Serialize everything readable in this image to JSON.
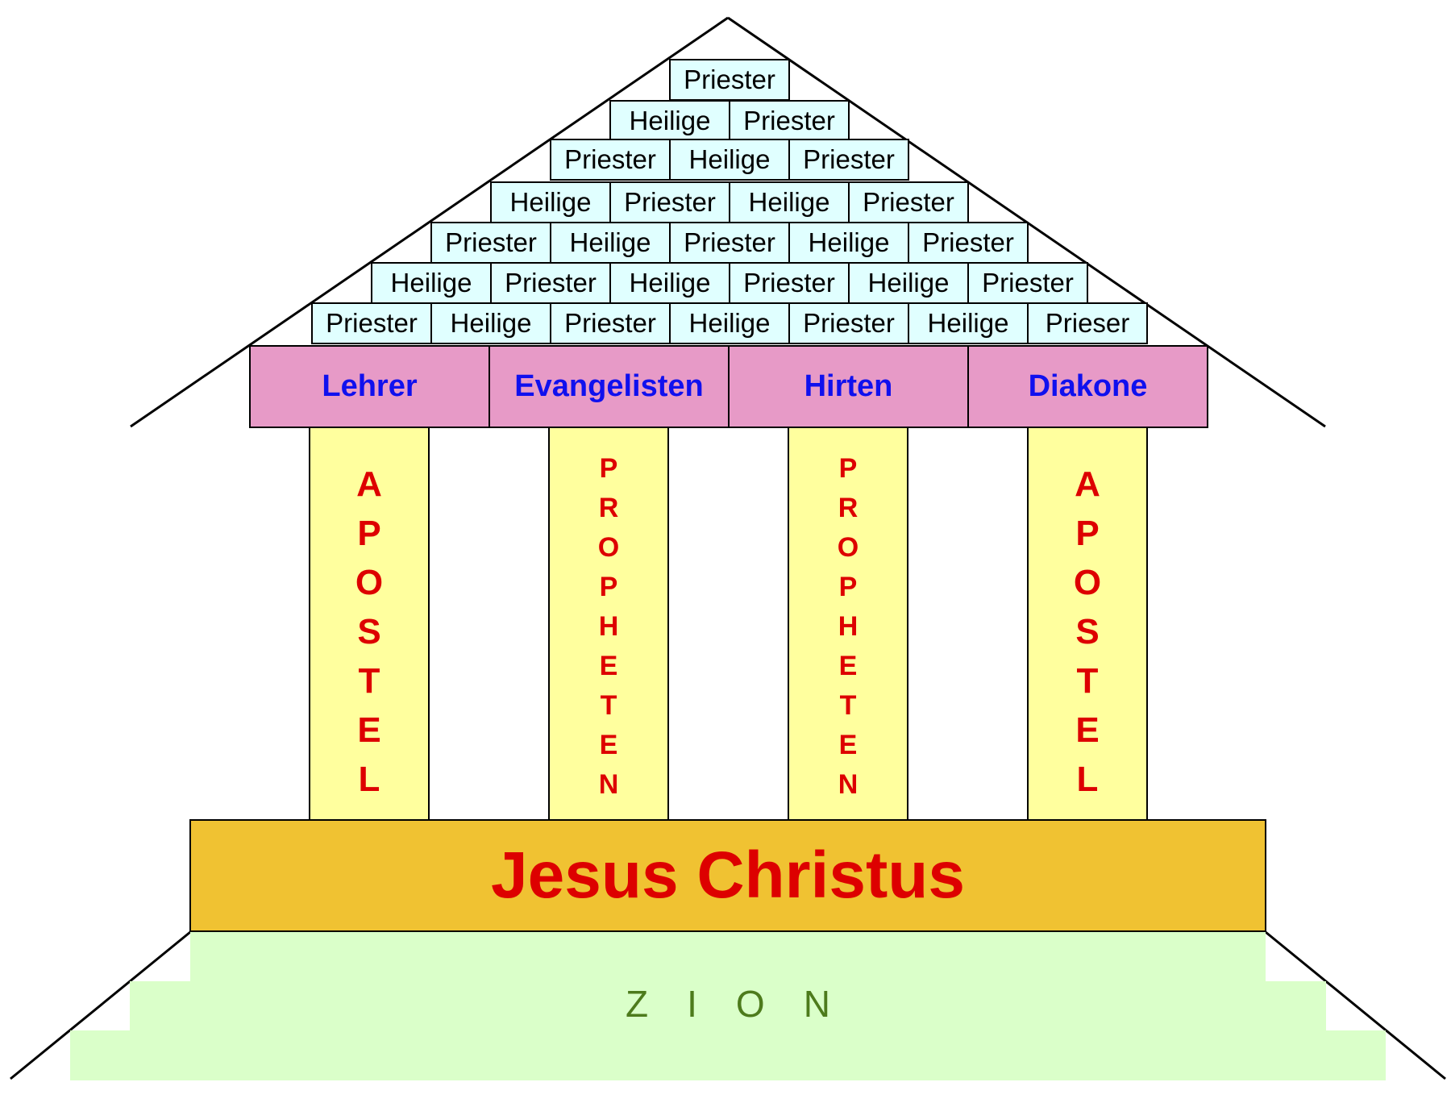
{
  "roof_rows": [
    [
      "Priester"
    ],
    [
      "Heilige",
      "Priester"
    ],
    [
      "Priester",
      "Heilige",
      "Priester"
    ],
    [
      "Heilige",
      "Priester",
      "Heilige",
      "Priester"
    ],
    [
      "Priester",
      "Heilige",
      "Priester",
      "Heilige",
      "Priester"
    ],
    [
      "Heilige",
      "Priester",
      "Heilige",
      "Priester",
      "Heilige",
      "Priester"
    ],
    [
      "Priester",
      "Heilige",
      "Priester",
      "Heilige",
      "Priester",
      "Heilige",
      "Prieser"
    ]
  ],
  "beams": [
    "Lehrer",
    "Evangelisten",
    "Hirten",
    "Diakone"
  ],
  "pillars": [
    "APOSTEL",
    "PROPHETEN",
    "PROPHETEN",
    "APOSTEL"
  ],
  "foundation": "Jesus Christus",
  "base": "ZION",
  "colors": {
    "roof_brick": "#e0ffff",
    "beam": "#e79ac7",
    "beam_text": "#1010ee",
    "pillar": "#ffff9e",
    "pillar_text": "#dd0000",
    "foundation": "#f0c232",
    "foundation_text": "#dd0000",
    "steps": "#daffc9",
    "base_text": "#4d7b1c"
  }
}
